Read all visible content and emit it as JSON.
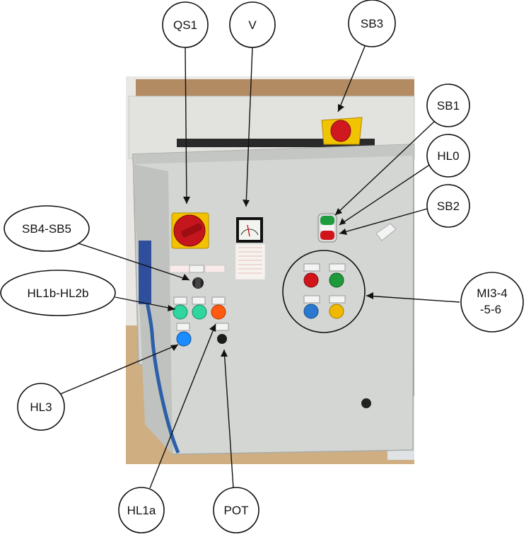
{
  "callouts": {
    "qs1": "QS1",
    "v": "V",
    "sb3": "SB3",
    "sb1": "SB1",
    "hl0": "HL0",
    "sb2": "SB2",
    "sb4_sb5": "SB4-SB5",
    "hl1b_hl2b": "HL1b-HL2b",
    "mi3_line1": "MI3-4",
    "mi3_line2": "-5-6",
    "hl3": "HL3",
    "hl1a": "HL1a",
    "pot": "POT"
  },
  "colors": {
    "cabinet": "#d3d6d2",
    "cabinet_shadow": "#b9bcb8",
    "isolator_red": "#c4161c",
    "isolator_yellow": "#f2c200",
    "lamp_green": "#2fd6a0",
    "lamp_orange": "#ff5a10",
    "lamp_blue": "#1a8cff",
    "button_red": "#d0141a",
    "button_green": "#1f9a3a",
    "button_blue": "#2a78d0",
    "button_yellow": "#f0b800",
    "floor": "#c9a77a"
  }
}
